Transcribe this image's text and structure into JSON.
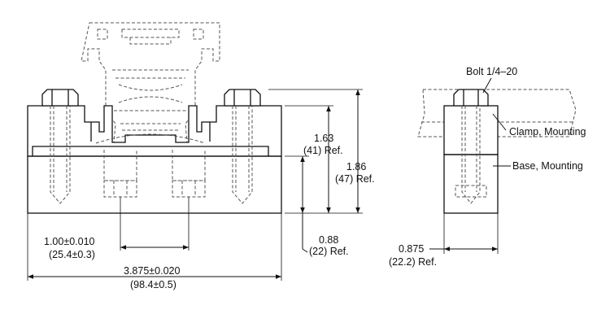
{
  "labels": {
    "bolt": "Bolt 1/4–20",
    "clamp": "Clamp, Mounting",
    "base": "Base, Mounting"
  },
  "dimensions": {
    "spacing": {
      "value": "1.00±0.010",
      "metric": "(25.4±0.3)"
    },
    "width": {
      "value": "3.875±0.020",
      "metric": "(98.4±0.5)"
    },
    "clamp_height": {
      "value": "1.63",
      "metric": "(41) Ref."
    },
    "total_height": {
      "value": "1.86",
      "metric": "(47) Ref."
    },
    "base_height": {
      "value": "0.88",
      "metric": "(22) Ref."
    },
    "side_width": {
      "value": "0.875",
      "metric": "(22.2) Ref."
    }
  }
}
